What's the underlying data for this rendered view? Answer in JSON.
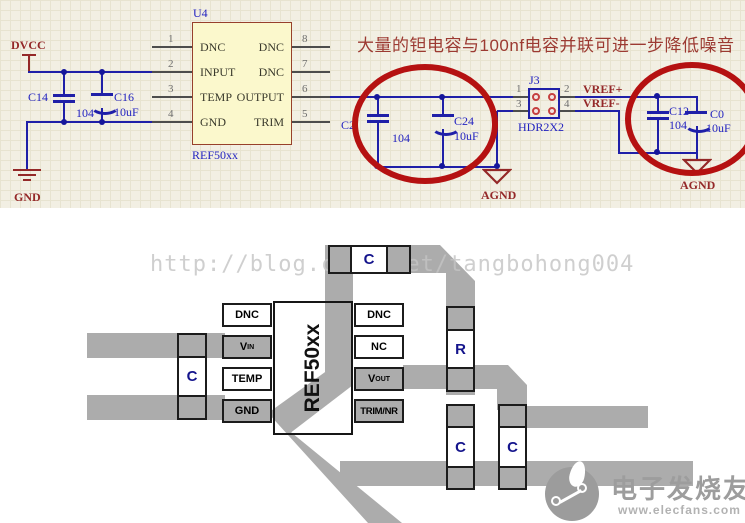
{
  "schematic": {
    "annotation": "大量的钽电容与100nf电容并联可进一步降低噪音",
    "ic": {
      "designator": "U4",
      "part": "REF50xx",
      "left_pins": [
        {
          "num": "1",
          "name": "DNC"
        },
        {
          "num": "2",
          "name": "INPUT"
        },
        {
          "num": "3",
          "name": "TEMP"
        },
        {
          "num": "4",
          "name": "GND"
        }
      ],
      "right_pins": [
        {
          "num": "8",
          "name": "DNC"
        },
        {
          "num": "7",
          "name": "DNC"
        },
        {
          "num": "6",
          "name": "OUTPUT"
        },
        {
          "num": "5",
          "name": "TRIM"
        }
      ]
    },
    "connector": {
      "designator": "J3",
      "part": "HDR2X2",
      "pins": [
        "1",
        "2",
        "3",
        "4"
      ]
    },
    "power": {
      "dvcc": "DVCC",
      "gnd": "GND",
      "agnd_mid": "AGND",
      "agnd_right": "AGND",
      "vref_plus": "VREF+",
      "vref_minus": "VREF-"
    },
    "capacitors": [
      {
        "ref": "C14",
        "value": "104"
      },
      {
        "ref": "C16",
        "value": "10uF"
      },
      {
        "ref": "C2",
        "value": "104"
      },
      {
        "ref": "C24",
        "value": "10uF"
      },
      {
        "ref": "C12",
        "value": "104"
      },
      {
        "ref": "C0",
        "value": "10uF"
      }
    ]
  },
  "pcb": {
    "watermark": "http://blog.csdn.net/tangbohong004",
    "chip_label": "REF50xx",
    "pads_left": [
      {
        "label": "DNC"
      },
      {
        "label": "V",
        "sub": "IN"
      },
      {
        "label": "TEMP"
      },
      {
        "label": "GND"
      }
    ],
    "pads_right": [
      {
        "label": "DNC"
      },
      {
        "label": "NC"
      },
      {
        "label": "V",
        "sub": "OUT"
      },
      {
        "label": "TRIM/NR"
      }
    ],
    "components": {
      "top_cap": "C",
      "left_cap": "C",
      "resistor": "R",
      "bottom_cap1": "C",
      "bottom_cap2": "C"
    },
    "logo": {
      "name": "电子发烧友",
      "url": "www.elecfans.com"
    }
  },
  "colors": {
    "wire_blue": "#1f1fa8",
    "label_blue": "#2323c0",
    "net_red": "#942828",
    "highlight_red": "#b51111",
    "ic_fill": "#fbf8cc",
    "trace_gray": "#acacac",
    "schematic_bg": "#f2efe3"
  }
}
